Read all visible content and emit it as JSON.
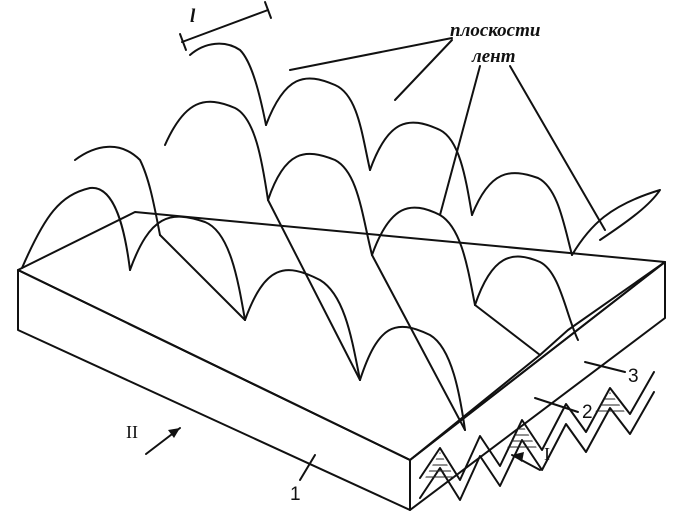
{
  "labels": {
    "planes_line1": "плоскости",
    "planes_line2": "лент",
    "dim_symbol": "l",
    "callout_1": "1",
    "callout_2": "2",
    "callout_3": "3",
    "flow_I": "I",
    "flow_II": "II"
  },
  "components": {
    "base_plate": "1",
    "corrugated_core": "2",
    "fin_strips": "3"
  }
}
